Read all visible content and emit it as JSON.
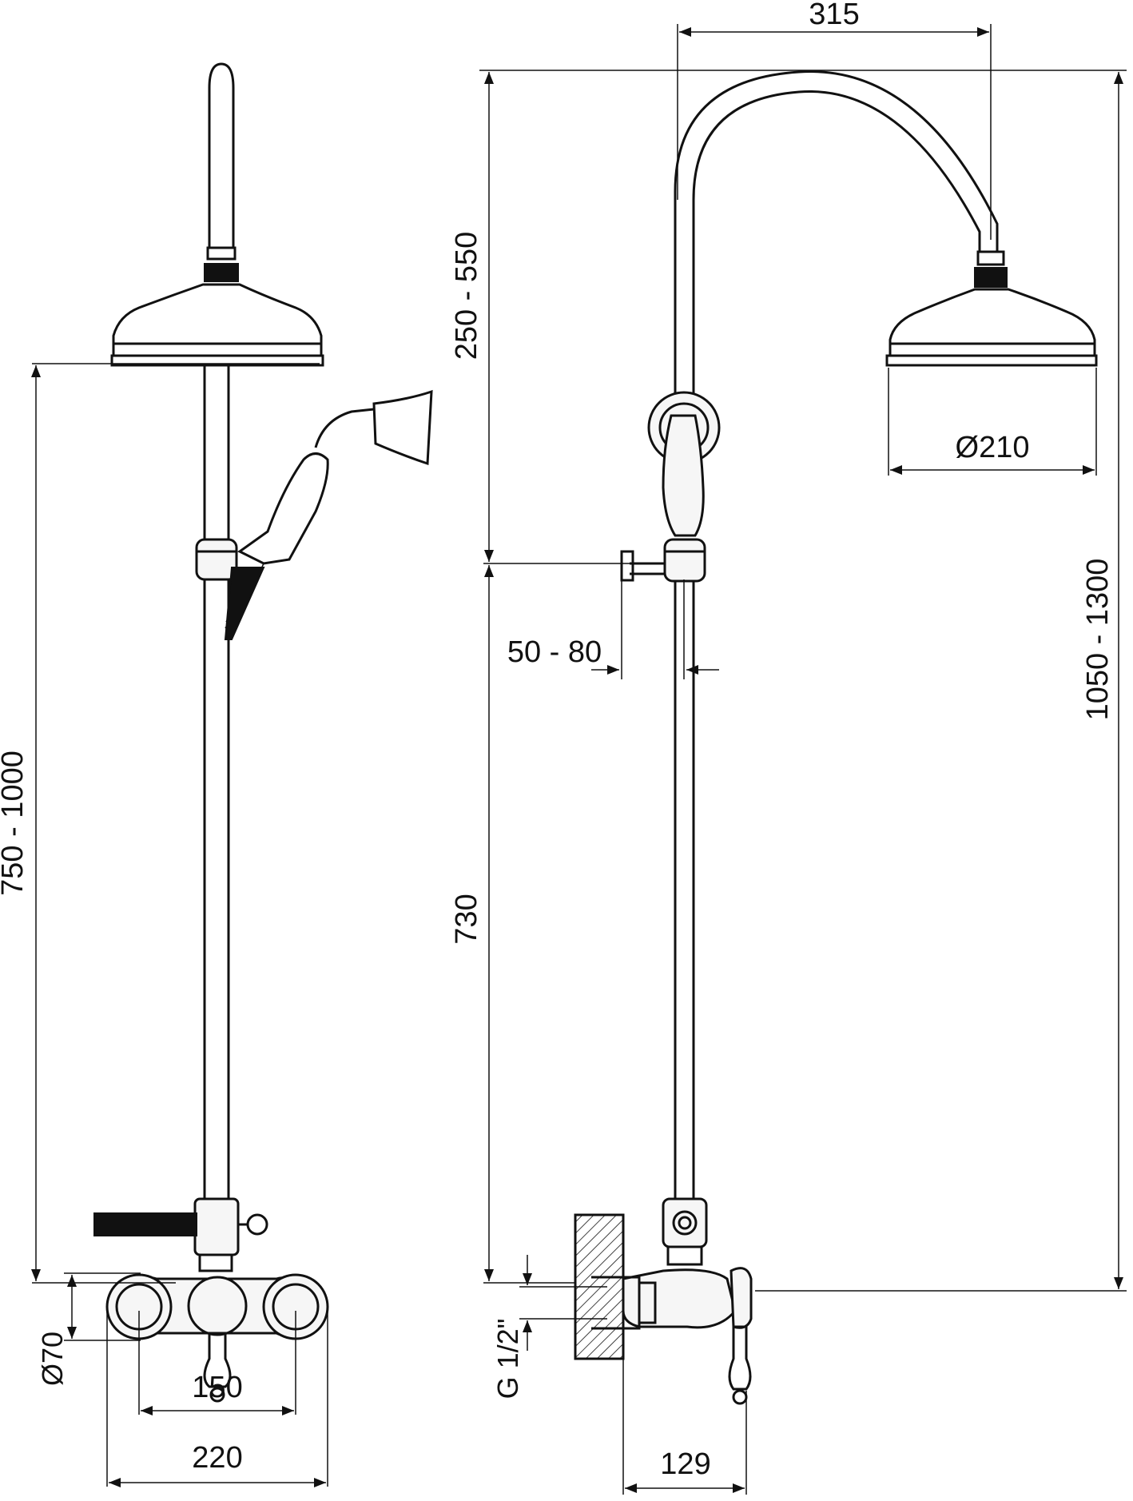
{
  "front_view": {
    "dims": {
      "height_range": "750 - 1000",
      "inlet_diameter": "Ø70",
      "inlet_spacing": "150",
      "overall_width": "220"
    }
  },
  "side_view": {
    "dims": {
      "arm_reach": "315",
      "head_adjust": "250 - 550",
      "bracket_offset": "50 - 80",
      "bracket_height": "730",
      "thread": "G 1/2\"",
      "head_diameter": "Ø210",
      "total_height": "1050 - 1300",
      "wall_offset": "129"
    }
  },
  "colors": {
    "line": "#111111",
    "background": "#ffffff"
  }
}
